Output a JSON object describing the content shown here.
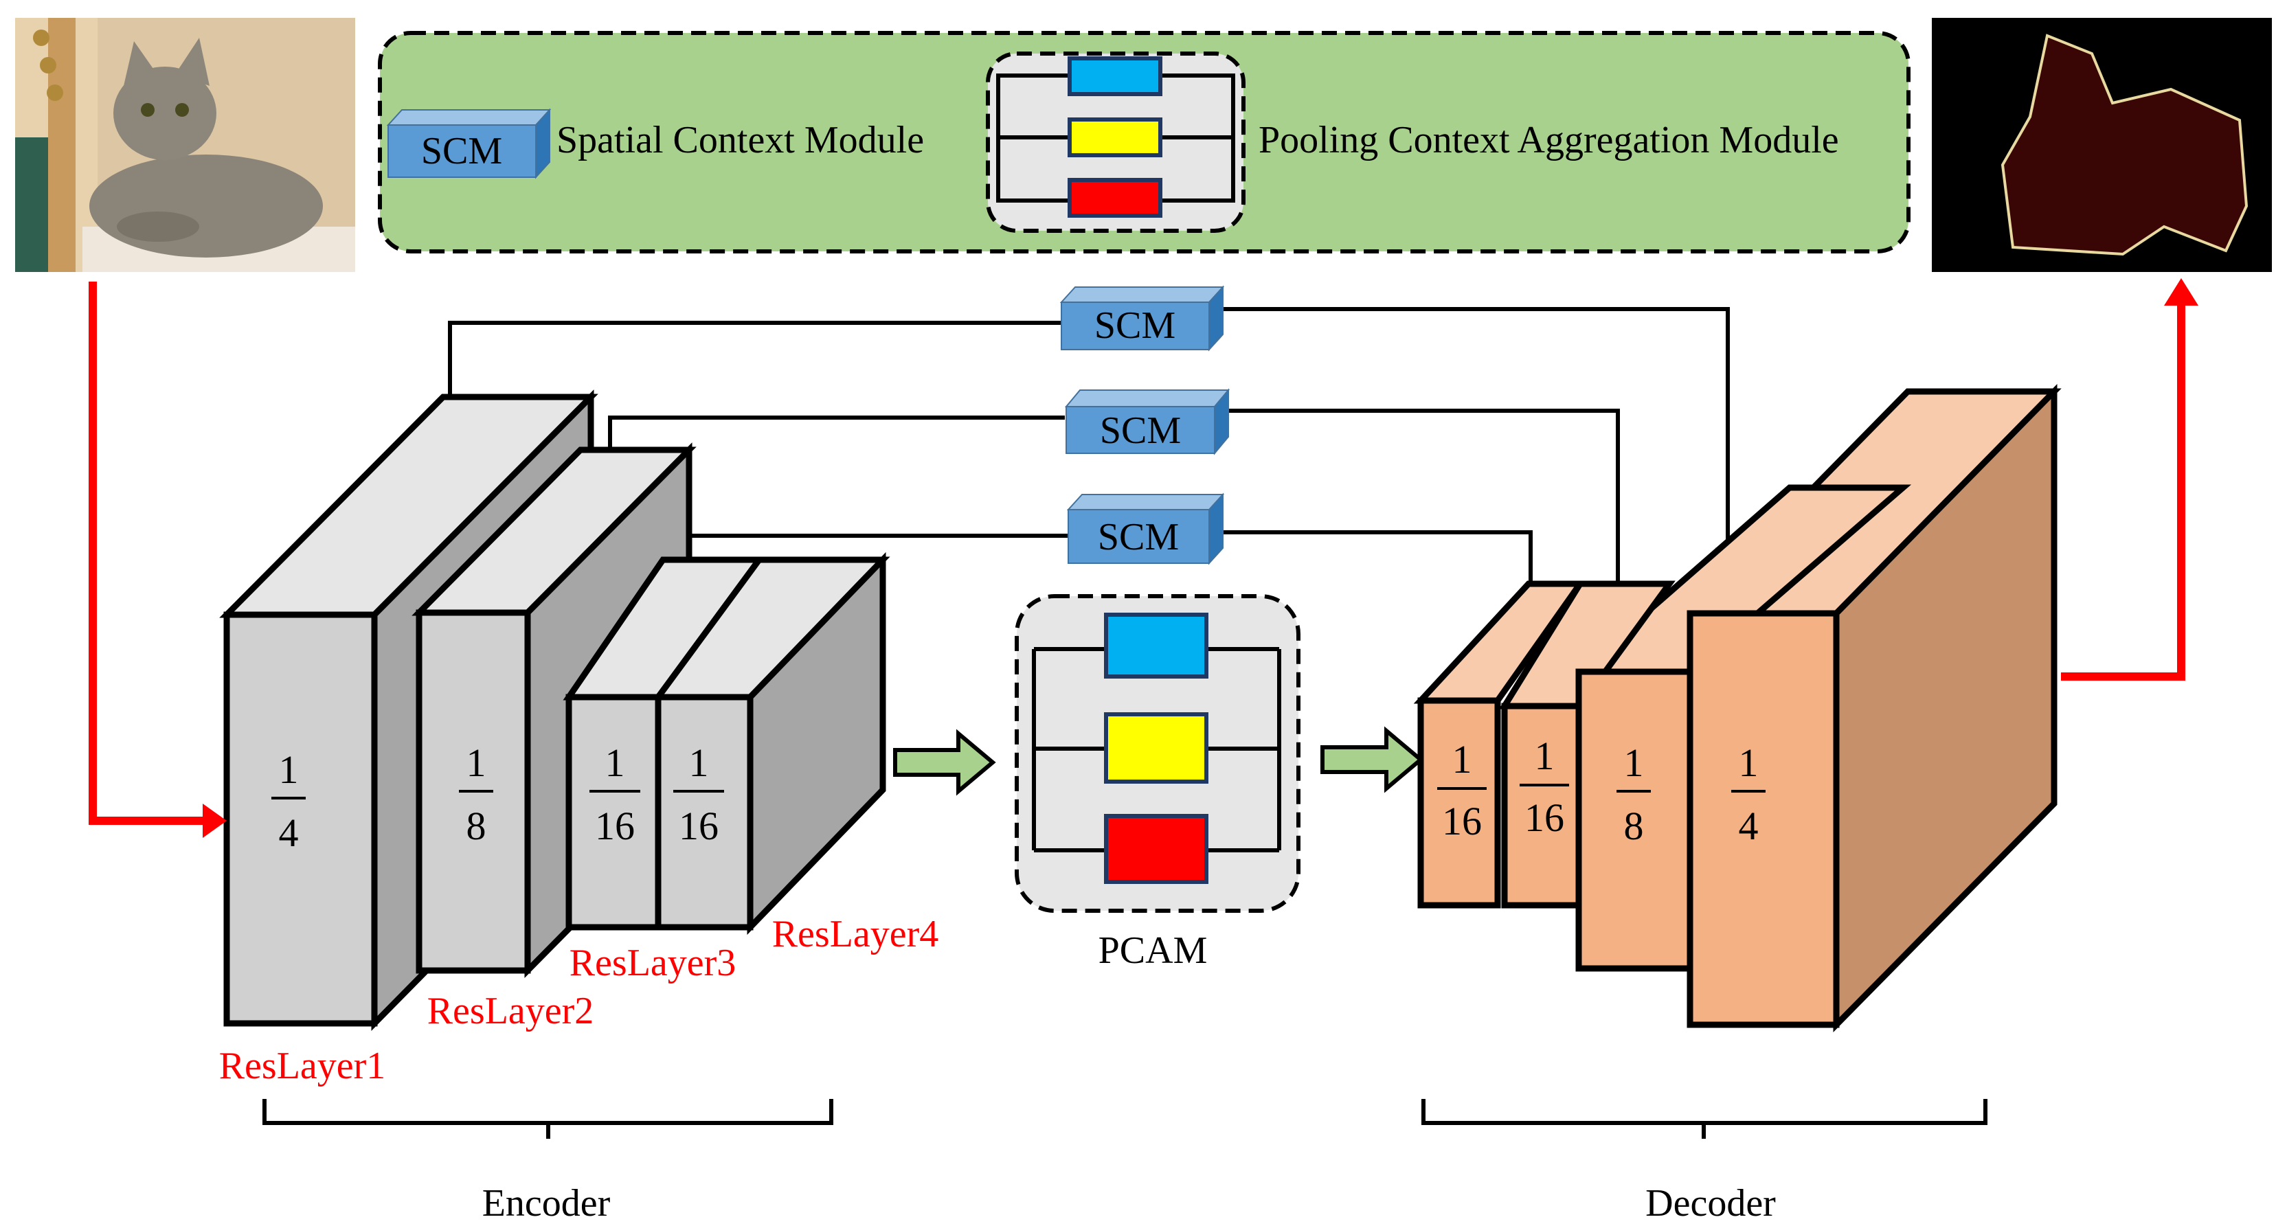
{
  "colors": {
    "legend_bg": "#a9d18e",
    "encoder_front": "#d0d0d0",
    "encoder_top": "#e6e6e6",
    "encoder_side": "#a6a6a6",
    "decoder_front": "#f4b183",
    "decoder_top": "#f8cbad",
    "decoder_side": "#c5906a",
    "scm_front": "#5b9bd5",
    "scm_top": "#9dc3e6",
    "scm_side": "#2e75b6",
    "pcam_bg": "#e7e6e6",
    "cyan": "#00b0f0",
    "yellow": "#ffff00",
    "red": "#ff0000",
    "red_label": "#ff0000",
    "green_arrow": "#a9d18e"
  },
  "legend": {
    "scm_box": "SCM",
    "scm_text": "Spatial Context Module",
    "pcam_text": "Pooling Context Aggregation Module"
  },
  "scm": [
    "SCM",
    "SCM",
    "SCM"
  ],
  "encoder": {
    "blocks": [
      {
        "num": "1",
        "den": "4",
        "label": "ResLayer1"
      },
      {
        "num": "1",
        "den": "8",
        "label": "ResLayer2"
      },
      {
        "num": "1",
        "den": "16",
        "label": "ResLayer3"
      },
      {
        "num": "1",
        "den": "16",
        "label": "ResLayer4"
      }
    ],
    "caption": "Encoder"
  },
  "pcam": {
    "caption": "PCAM"
  },
  "decoder": {
    "blocks": [
      {
        "num": "1",
        "den": "16"
      },
      {
        "num": "1",
        "den": "16"
      },
      {
        "num": "1",
        "den": "8"
      },
      {
        "num": "1",
        "den": "4"
      }
    ],
    "caption": "Decoder"
  },
  "icons": {
    "input": "cat-photo-icon",
    "output": "segmentation-mask-icon"
  }
}
